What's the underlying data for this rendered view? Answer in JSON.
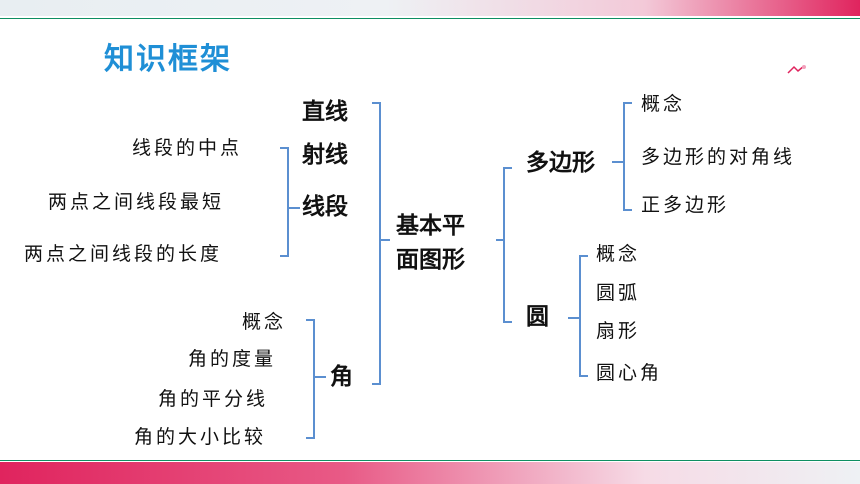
{
  "title": "知识框架",
  "center": {
    "line1": "基本平",
    "line2": "面图形"
  },
  "left": {
    "lines": {
      "straight": "直线",
      "ray": "射线",
      "segment": "线段"
    },
    "segment_items": [
      "线段的中点",
      "两点之间线段最短",
      "两点之间线段的长度"
    ],
    "angle": "角",
    "angle_items": [
      "概念",
      "角的度量",
      "角的平分线",
      "角的大小比较"
    ]
  },
  "right": {
    "polygon": "多边形",
    "polygon_items": [
      "概念",
      "多边形的对角线",
      "正多边形"
    ],
    "circle": "圆",
    "circle_items": [
      "概念",
      "圆弧",
      "扇形",
      "圆心角"
    ]
  },
  "colors": {
    "accent": "#1f8fd6",
    "brand_pink": "#e0245e",
    "brand_green": "#0e8f62",
    "bracket": "#5b8fd0"
  }
}
